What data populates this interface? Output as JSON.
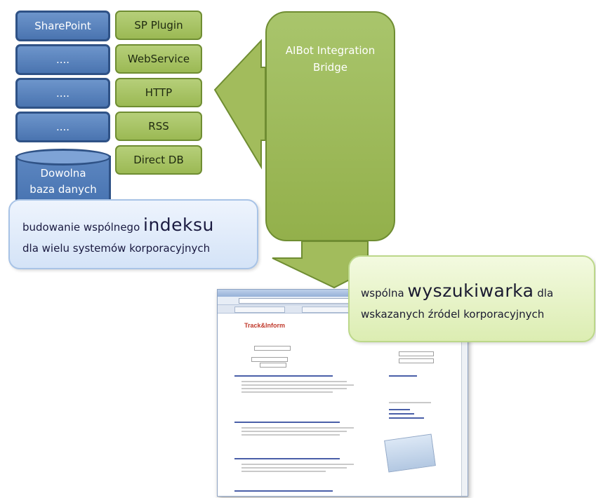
{
  "sources": [
    {
      "label": "SharePoint"
    },
    {
      "label": "...."
    },
    {
      "label": "...."
    },
    {
      "label": "...."
    }
  ],
  "database": {
    "line1": "Dowolna",
    "line2": "baza danych"
  },
  "connectors": [
    {
      "label": "SP Plugin"
    },
    {
      "label": "WebService"
    },
    {
      "label": "HTTP"
    },
    {
      "label": "RSS"
    },
    {
      "label": "Direct DB"
    }
  ],
  "bridge": {
    "line1": "AIBot Integration",
    "line2": "Bridge"
  },
  "callout_index": {
    "prefix": "budowanie wspólnego ",
    "big": "indeksu",
    "line2": "dla wielu systemów korporacyjnych"
  },
  "callout_search": {
    "prefix": "wspólna ",
    "big": "wyszukiwarka",
    "suffix": " dla",
    "line2": "wskazanych źródel korporacyjnych"
  },
  "browser": {
    "logo": "Track&Inform"
  },
  "colors": {
    "blue_box": "#4a74b0",
    "green_box": "#9bb954",
    "arrow": "#97b24f"
  }
}
